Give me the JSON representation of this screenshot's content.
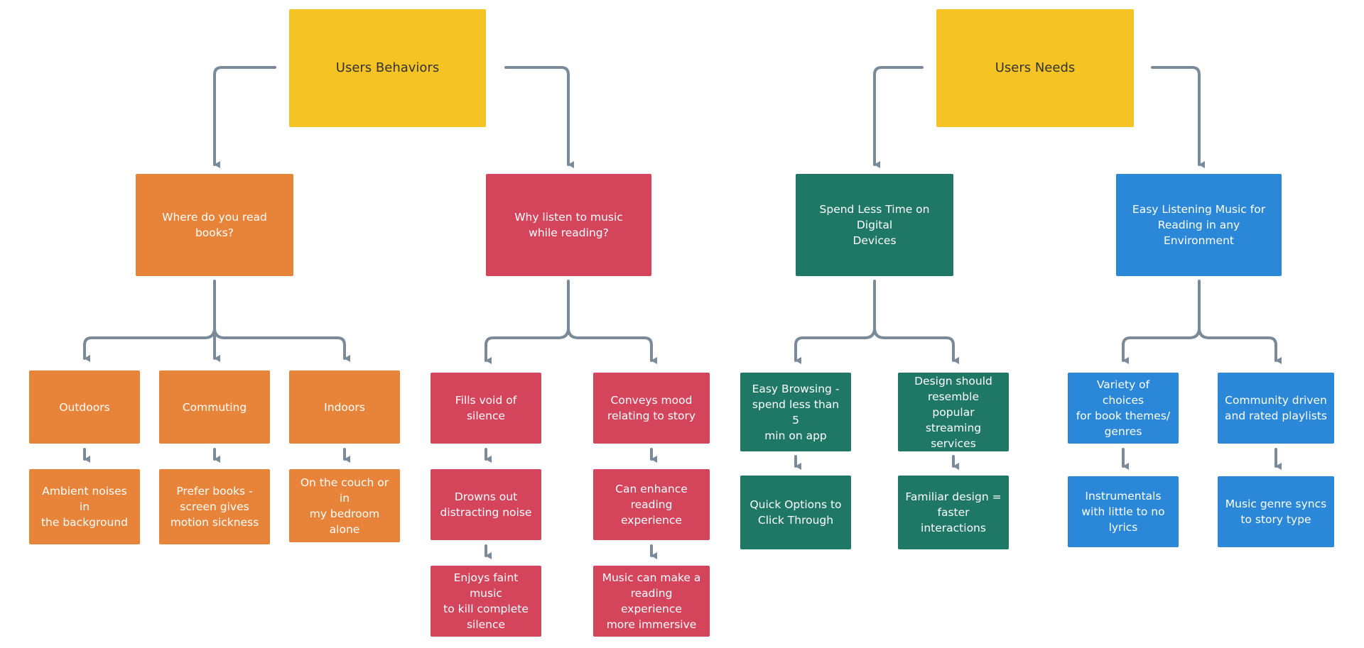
{
  "colors": {
    "root": "#F6C324",
    "behavior_where": "#E8843A",
    "behavior_why": "#D4455C",
    "need_time": "#1F7866",
    "need_music": "#2B88D8",
    "connector": "#7A8A99"
  },
  "roots": {
    "behaviors": "Users Behaviors",
    "needs": "Users Needs"
  },
  "categories": {
    "where": "Where do you read books?",
    "why": "Why listen to music\nwhile reading?",
    "time": "Spend Less Time on Digital\nDevices",
    "music": "Easy Listening Music for\nReading in any Environment"
  },
  "where": {
    "outdoors": "Outdoors",
    "outdoors_detail": "Ambient noises in\nthe background",
    "commuting": "Commuting",
    "commuting_detail": "Prefer books -\nscreen gives\nmotion sickness",
    "indoors": "Indoors",
    "indoors_detail": "On the couch or in\nmy bedroom\nalone"
  },
  "why": {
    "fills": "Fills void of\nsilence",
    "drowns": "Drowns out\ndistracting noise",
    "enjoys": "Enjoys faint music\nto kill complete\nsilence",
    "conveys": "Conveys mood\nrelating to story",
    "enhance": "Can enhance\nreading experience",
    "immersive": "Music can make a\nreading experience\nmore immersive"
  },
  "time": {
    "browsing": "Easy Browsing -\nspend less than 5\nmin on app",
    "quick": "Quick Options to\nClick Through",
    "design": "Design should\nresemble popular\nstreaming\nservices",
    "familiar": "Familiar design =\nfaster interactions"
  },
  "music": {
    "variety": "Variety of choices\nfor book themes/\ngenres",
    "instrumentals": "Instrumentals\nwith little to no\nlyrics",
    "community": "Community driven\nand rated playlists",
    "genre": "Music genre syncs\nto story type"
  }
}
